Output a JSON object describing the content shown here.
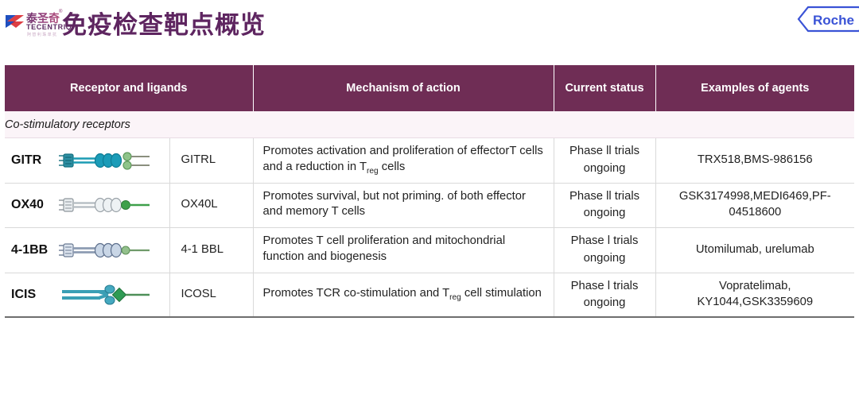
{
  "header": {
    "brand": {
      "cn_name": "泰圣奇",
      "registered_mark": "®",
      "en_name": "TECENTRIQ",
      "sub_text": "阿替利珠单抗"
    },
    "title": "免疫检查靶点概览",
    "corporate_logo_text": "Roche"
  },
  "table": {
    "columns": [
      "Receptor and ligands",
      "Mechanism of action",
      "Current status",
      "Examples of agents"
    ],
    "sections": [
      {
        "label": "Co-stimulatory receptors",
        "rows": [
          {
            "receptor": "GITR",
            "icon": "gitr-receptor-icon",
            "ligand": "GITRL",
            "moa_prefix": "Promotes activation and proliferation of effectorT cells and a reduction in T",
            "moa_sub": "reg",
            "moa_suffix": " cells",
            "status": "Phase ll trials ongoing",
            "agents": "TRX518,BMS-986156"
          },
          {
            "receptor": "OX40",
            "icon": "ox40-receptor-icon",
            "ligand": "OX40L",
            "moa_prefix": "Promotes survival, but not priming. of both effector and memory T cells",
            "moa_sub": "",
            "moa_suffix": "",
            "status": "Phase ll trials ongoing",
            "agents": "GSK3174998,MEDI6469,PF-04518600"
          },
          {
            "receptor": "4-1BB",
            "icon": "four-one-bb-receptor-icon",
            "ligand": "4-1 BBL",
            "moa_prefix": "Promotes T cell proliferation and mitochondrial function and biogenesis",
            "moa_sub": "",
            "moa_suffix": "",
            "status": "Phase l trials ongoing",
            "agents": "Utomilumab, urelumab"
          },
          {
            "receptor": "ICIS",
            "icon": "icis-receptor-icon",
            "ligand": "ICOSL",
            "moa_prefix": "Promotes TCR co-stimulation and T",
            "moa_sub": "reg",
            "moa_suffix": " cell stimulation",
            "status": "Phase l trials ongoing",
            "agents": "Vopratelimab, KY1044,GSK3359609"
          }
        ]
      }
    ]
  },
  "colors": {
    "header_purple": "#6f2d55",
    "title_purple": "#5e2560",
    "section_bg": "#fbf4f8",
    "roche_blue": "#3a53d6"
  }
}
